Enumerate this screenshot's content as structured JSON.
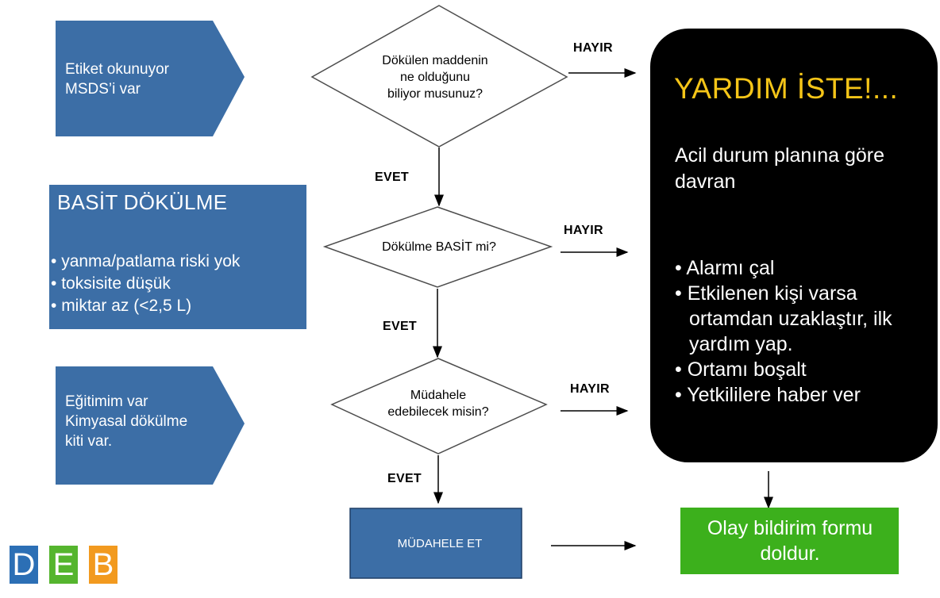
{
  "side_boxes": {
    "box1_lines": [
      "Etiket okunuyor",
      "MSDS’i var"
    ],
    "basit": {
      "title": "BASİT DÖKÜLME",
      "items": [
        "yanma/patlama  riski yok",
        "toksisite  düşük",
        "miktar  az (<2,5 L)"
      ]
    },
    "box3_lines": [
      "Eğitimim  var",
      "Kimyasal dökülme",
      "kiti var."
    ]
  },
  "decisions": {
    "q1_lines": [
      "Dökülen maddenin",
      "ne olduğunu",
      "biliyor musunuz?"
    ],
    "q2": "Dökülme BASİT mi?",
    "q3_lines": [
      "Müdahele",
      "edebilecek misin?"
    ]
  },
  "labels": {
    "no": "HAYIR",
    "yes": "EVET"
  },
  "action": "MÜDAHELE ET",
  "help_box": {
    "title": "YARDIM İSTE!...",
    "subtitle": "Acil durum planına göre davran",
    "steps": [
      "Alarmı çal",
      "Etkilenen kişi varsa ortamdan uzaklaştır, ilk yardım yap.",
      "Ortamı boşalt",
      "Yetkililere haber ver"
    ]
  },
  "report": "Olay bildirim formu doldur.",
  "logo": [
    "D",
    "E",
    "B"
  ],
  "colors": {
    "blue": "#3c6ea6",
    "black": "#000000",
    "green": "#3cb01c",
    "gold": "#f5c518",
    "logo_blue": "#2c6fb5",
    "logo_green": "#55b52e",
    "logo_orange": "#f29a1f"
  }
}
